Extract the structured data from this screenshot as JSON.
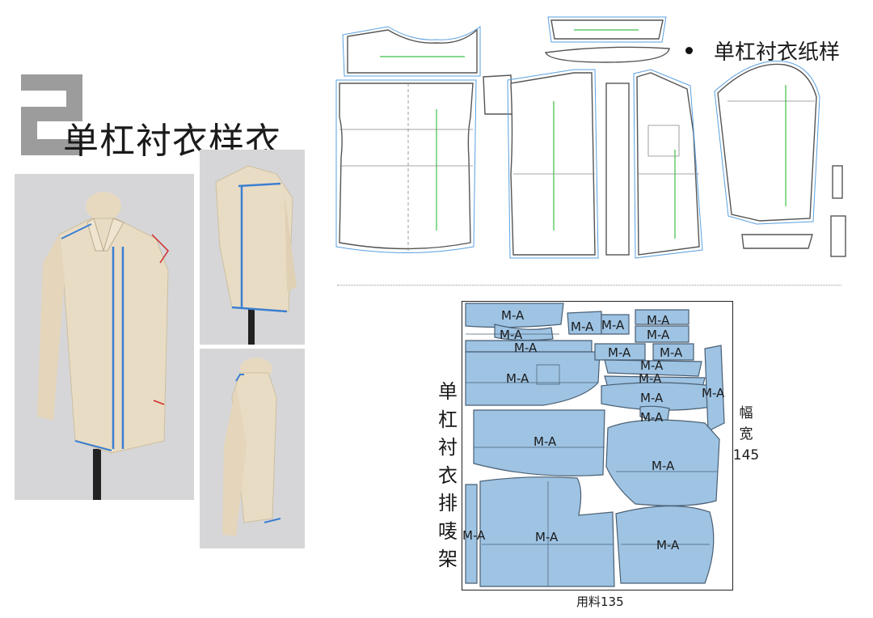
{
  "section": {
    "number_glyph": "2",
    "title": "单杠衬衣样衣"
  },
  "pattern_header": {
    "title": "单杠衬衣纸样"
  },
  "marker_layout": {
    "vertical_title": [
      "单",
      "杠",
      "衬",
      "衣",
      "排",
      "唛",
      "架"
    ],
    "width_label": [
      "幅",
      "宽",
      "145"
    ],
    "usage_label": "用料135",
    "piece_label": "M-A"
  },
  "colors": {
    "gray_block": "#9c9c9c",
    "piece_fill": "#9ec3e3",
    "piece_stroke": "#4a5f73",
    "seam_blue": "#3b7fd1",
    "grain_green": "#3cc14a",
    "fabric": "#e9dcc5"
  }
}
